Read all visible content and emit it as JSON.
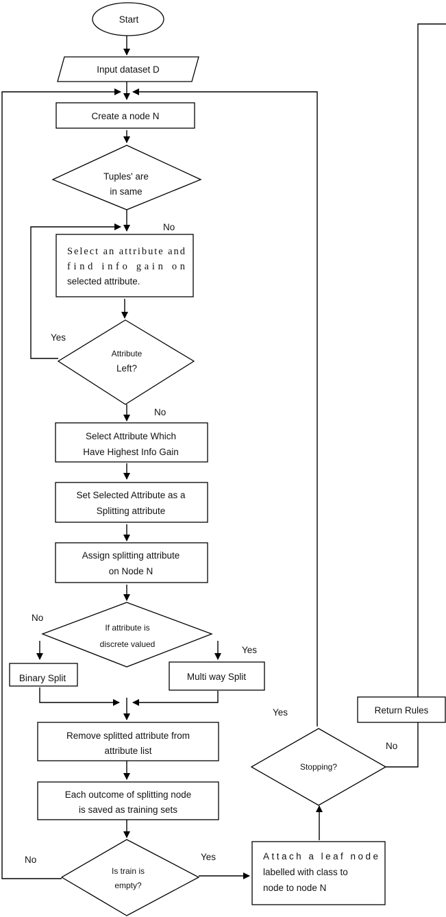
{
  "nodes": {
    "start": "Start",
    "input": "Input dataset D",
    "create_node": "Create a node N",
    "tuples_same": [
      "Tuples' are",
      "in same"
    ],
    "select_attr": [
      "Select an attribute and",
      "find info gain on",
      "selected attribute."
    ],
    "attr_left": [
      "Attribute",
      "Left?"
    ],
    "select_highest": [
      "Select Attribute Which",
      "Have Highest Info Gain"
    ],
    "set_splitting": [
      "Set Selected Attribute as a",
      "Splitting attribute"
    ],
    "assign_splitting": [
      "Assign splitting attribute",
      "on Node N"
    ],
    "discrete": [
      "If attribute is",
      "discrete valued"
    ],
    "binary_split": "Binary Split",
    "multiway_split": "Multi way Split",
    "remove_attr": [
      "Remove splitted attribute from",
      "attribute list"
    ],
    "each_outcome": [
      "Each outcome of splitting node",
      "is saved as training sets"
    ],
    "train_empty": [
      "Is train is",
      "empty?"
    ],
    "attach_leaf": [
      "Attach a leaf node",
      "labelled with class to",
      "node to node N"
    ],
    "stopping": "Stopping?",
    "return_rules": "Return Rules"
  },
  "edge_labels": {
    "tuples_no": "No",
    "attr_left_yes": "Yes",
    "attr_left_no": "No",
    "discrete_no": "No",
    "discrete_yes": "Yes",
    "train_no": "No",
    "train_yes": "Yes",
    "stopping_yes": "Yes",
    "stopping_no": "No"
  }
}
